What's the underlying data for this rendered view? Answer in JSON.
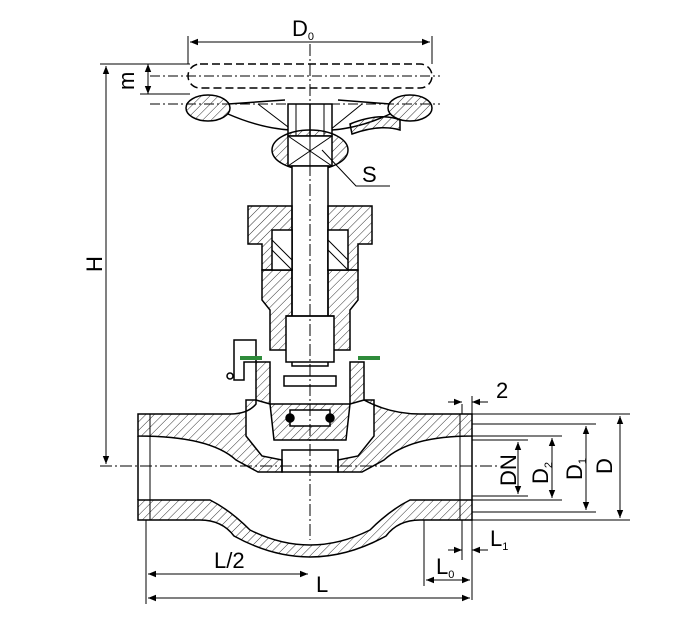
{
  "diagram": {
    "title": "",
    "labels": {
      "D0": {
        "main": "D",
        "sub": "0"
      },
      "m": "m",
      "S": "S",
      "H": "H",
      "two": "2",
      "DN": "DN",
      "D2": {
        "main": "D",
        "sub": "2"
      },
      "D1": {
        "main": "D",
        "sub": "1"
      },
      "D": "D",
      "L1": {
        "main": "L",
        "sub": "1"
      },
      "L0": {
        "main": "L",
        "sub": "0"
      },
      "Lhalf": "L/2",
      "L": "L"
    },
    "colors": {
      "line": "#000000",
      "hatch": "#333333",
      "seal": "#2e8b3a",
      "background": "#ffffff"
    }
  }
}
